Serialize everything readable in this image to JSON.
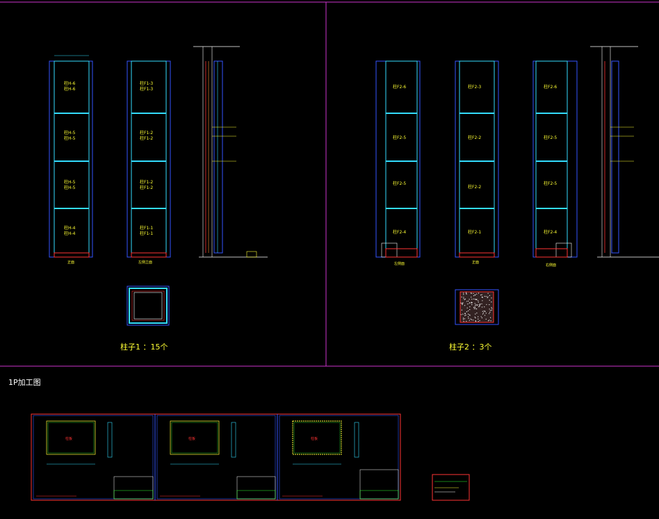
{
  "colors": {
    "frame": "#ff33ff",
    "cyan": "#33ddff",
    "blue": "#3355ff",
    "red": "#ff3333",
    "yellow": "#ffff33",
    "white": "#ffffff",
    "green": "#33ff33"
  },
  "left": {
    "col1": {
      "labels": [
        "柱H-6\n柱H-6",
        "柱H-5\n柱H-5",
        "柱H-5\n柱H-5",
        "柱H-4\n柱H-4"
      ],
      "caption": "正面"
    },
    "col2": {
      "labels": [
        "柱F1-3\n柱F1-3",
        "柱F1-2\n柱F1-2",
        "柱F1-2\n柱F1-2",
        "柱F1-1\n柱F1-1"
      ],
      "caption": "左侧立面"
    },
    "summary": "柱子1 ：15个"
  },
  "right": {
    "col1": {
      "labels": [
        "柱F2-6",
        "柱F2-5",
        "柱F2-5",
        "柱F2-4"
      ],
      "caption": "左侧面"
    },
    "col2": {
      "labels": [
        "柱F2-3",
        "柱F2-2",
        "柱F2-2",
        "柱F2-1"
      ],
      "caption": "正面"
    },
    "col3": {
      "labels": [
        "柱F2-6",
        "柱F2-5",
        "柱F2-5",
        "柱F2-4"
      ],
      "caption": "右侧面"
    },
    "summary": "柱子2 ：3个"
  },
  "bottom": {
    "title": "1P加工图",
    "sheets": [
      {
        "panel_label": "柱板"
      },
      {
        "panel_label": "柱板"
      },
      {
        "panel_label": "柱板"
      }
    ]
  }
}
